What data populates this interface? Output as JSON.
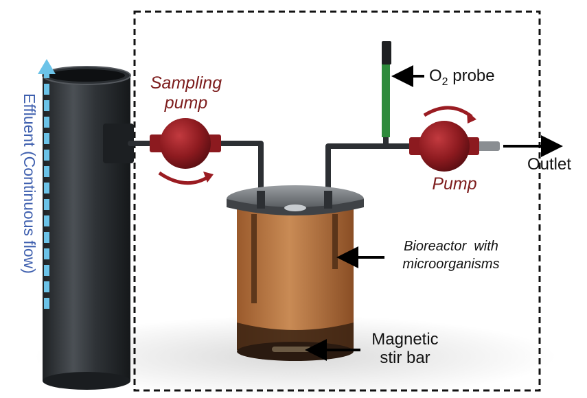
{
  "labels": {
    "effluent": "Effluent (Continuous flow)",
    "sampling_pump_line1": "Sampling",
    "sampling_pump_line2": "pump",
    "o2_probe_prefix": "O",
    "o2_probe_subscript": "2",
    "o2_probe_suffix": " probe",
    "pump": "Pump",
    "outlet": "Outlet",
    "bioreactor_line1": "Bioreactor  with",
    "bioreactor_line2": "microorganisms",
    "stir_bar_line1": "Magnetic",
    "stir_bar_line2": "stir bar"
  },
  "colors": {
    "pump_red": "#8c1a1f",
    "label_red": "#7d1d1d",
    "effluent_blue": "#3e5fae",
    "flow_arrow_cyan": "#6cc3e8",
    "probe_green": "#2e8b3c",
    "bioreactor_amber": "#b5703a",
    "column_gray": "#3c4044",
    "lid_gray": "#7a7e82"
  }
}
